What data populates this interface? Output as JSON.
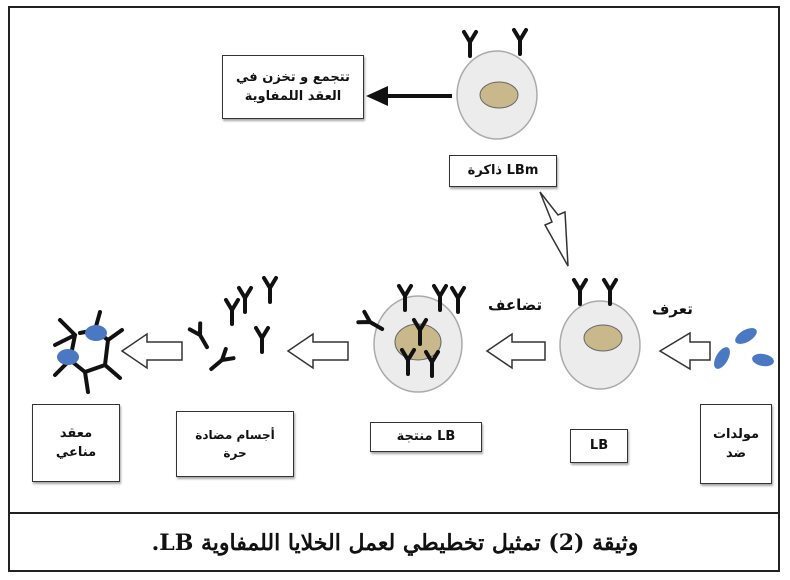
{
  "labels": {
    "store": "تتجمع و تخزن في العقد اللمفاوية",
    "memory": "LBm ذاكرة",
    "immune_complex": "معقد مناعي",
    "free_antibodies": "أجسام مضادة حرة",
    "producing_lb": "LB منتجة",
    "lb": "LB",
    "antigens": "مولدات ضد"
  },
  "steps": {
    "multiply": "تضاعف",
    "recognize": "تعرف"
  },
  "caption": "وثيقة (2)  تمثيل تخطيطي لعمل الخلايا اللمفاوية LB.",
  "colors": {
    "antigen": "#4a78c2",
    "nucleus": "#c8b88c",
    "cell": "#ececec",
    "antibody": "#111111"
  }
}
